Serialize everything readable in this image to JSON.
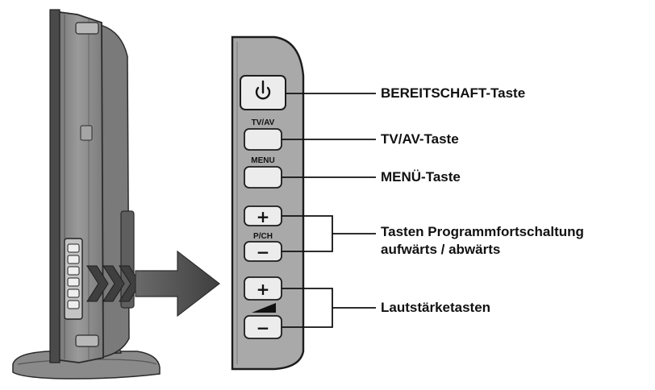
{
  "panel": {
    "captions": {
      "tvav": "TV/AV",
      "menu": "MENU",
      "pch": "P/CH"
    },
    "symbols": {
      "plus": "+",
      "minus": "−"
    },
    "icons": {
      "power": "power-icon",
      "volume": "volume-wedge-icon"
    }
  },
  "callouts": {
    "standby": "BEREITSCHAFT-Taste",
    "tvav": "TV/AV-Taste",
    "menu": "MENÜ-Taste",
    "program_line1": "Tasten Programmfortschaltung",
    "program_line2": "aufwärts / abwärts",
    "volume": "Lautstärketasten"
  },
  "colors": {
    "tv_body": "#8c8c8c",
    "tv_dark": "#3a3a3a",
    "panel": "#a9a9a9",
    "button": "#ececec",
    "arrow": "#4d4d4d",
    "line": "#111111"
  }
}
